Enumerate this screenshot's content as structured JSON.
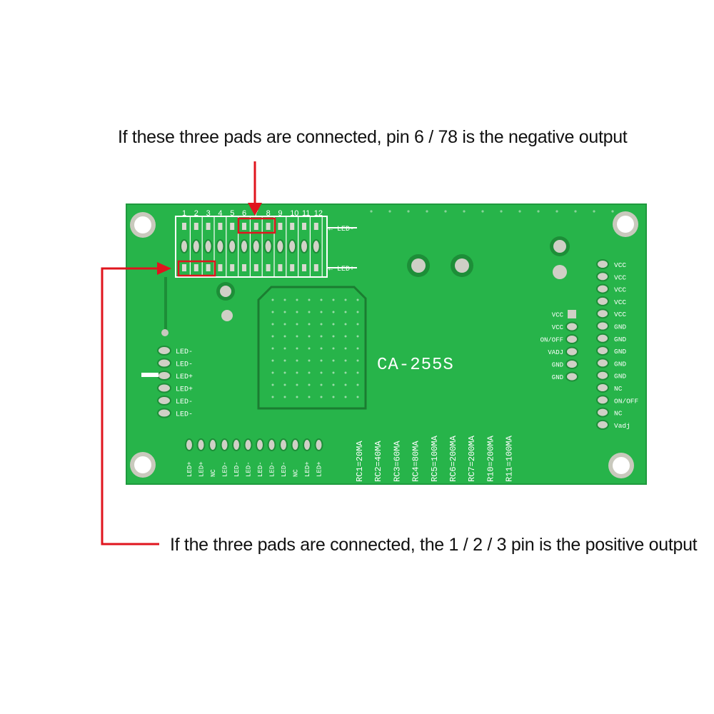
{
  "annotations": {
    "top": "If these three pads are connected, pin 6 / 78 is the negative output",
    "bottom": "If the three pads are connected, the 1 / 2 / 3 pin is the positive output"
  },
  "board": {
    "model": "CA-255S",
    "pin_numbers": [
      "1",
      "2",
      "3",
      "4",
      "5",
      "6",
      "7",
      "8",
      "9",
      "10",
      "11",
      "12"
    ],
    "arrow_labels": {
      "top": "← LED-",
      "bottom": "← LED+"
    },
    "left_labels": [
      "LED-",
      "LED-",
      "LED+",
      "LED+",
      "LED-",
      "LED-"
    ],
    "bottom_header": [
      "LED+",
      "LED+",
      "NC",
      "LED-",
      "LED-",
      "LED-",
      "LED-",
      "LED-",
      "LED-",
      "NC",
      "LED+",
      "LED+"
    ],
    "resistor_labels": [
      "RC1=20MA",
      "RC2=40MA",
      "RC3=60MA",
      "RC4=80MA",
      "RC5=100MA",
      "RC6=200MA",
      "RC7=200MA",
      "R10=200MA",
      "R11=100MA"
    ],
    "mid_labels": [
      "VCC",
      "VCC",
      "ON/OFF",
      "VADJ",
      "GND",
      "GND"
    ],
    "right_labels": [
      "VCC",
      "VCC",
      "VCC",
      "VCC",
      "VCC",
      "GND",
      "GND",
      "GND",
      "GND",
      "GND",
      "NC",
      "ON/OFF",
      "NC",
      "Vadj"
    ],
    "colors": {
      "pcb": "#27b44a",
      "trace": "#1d8e38",
      "silk": "#ffffff",
      "annotation": "#e0141e"
    }
  }
}
